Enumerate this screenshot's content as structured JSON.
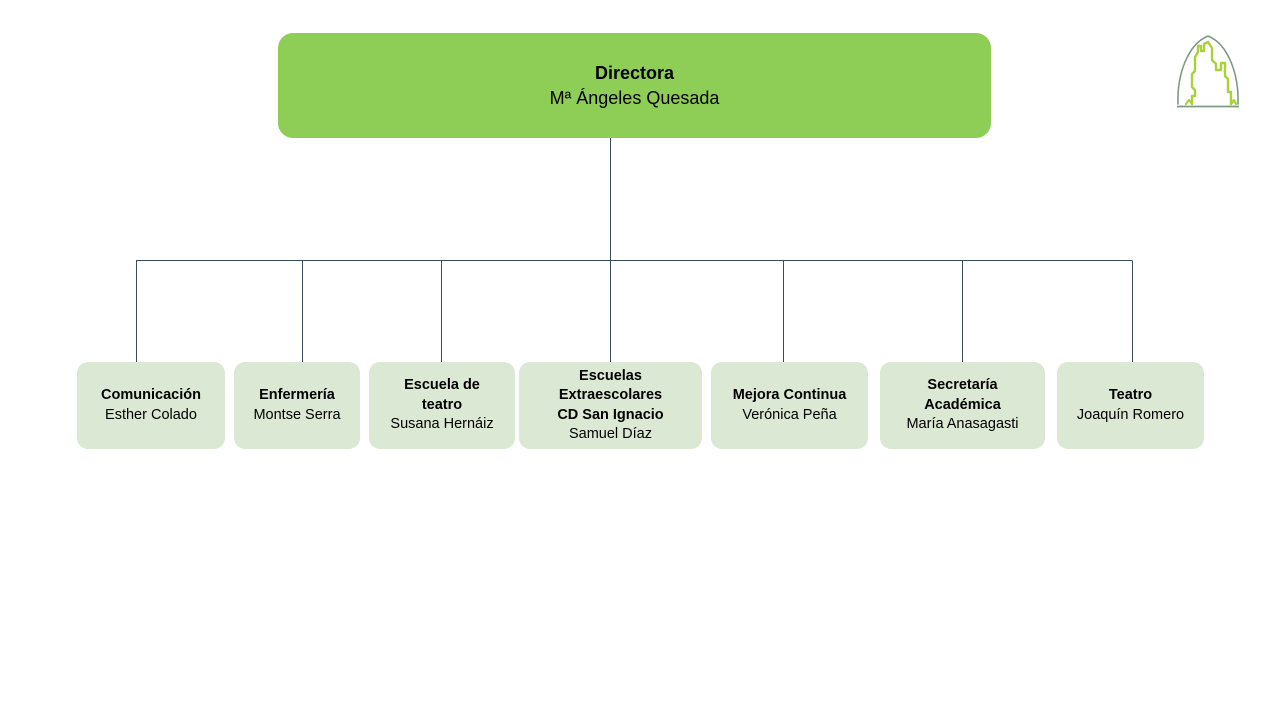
{
  "org_chart": {
    "type": "organizational-hierarchy",
    "colors": {
      "root_fill": "#8fce56",
      "child_fill": "#dbe8d3",
      "connector_line": "#3a4a5a",
      "text": "#000000",
      "logo_arch": "#7e9a86",
      "logo_shape": "#a8d13a",
      "background": "#ffffff"
    },
    "root": {
      "title": "Directora",
      "person": "Mª Ángeles Quesada"
    },
    "children": [
      {
        "title": "Comunicación",
        "person": "Esther Colado"
      },
      {
        "title": "Enfermería",
        "person": "Montse Serra"
      },
      {
        "title": "Escuela de\nteatro",
        "person": "Susana Hernáiz"
      },
      {
        "title": "Escuelas\nExtraescolares\nCD San Ignacio",
        "person": "Samuel Díaz"
      },
      {
        "title": "Mejora Continua",
        "person": "Verónica Peña"
      },
      {
        "title": "Secretaría\nAcadémica",
        "person": "María Anasagasti"
      },
      {
        "title": "Teatro",
        "person": "Joaquín Romero"
      }
    ]
  },
  "logo": {
    "name": "institution-arch-logo"
  }
}
